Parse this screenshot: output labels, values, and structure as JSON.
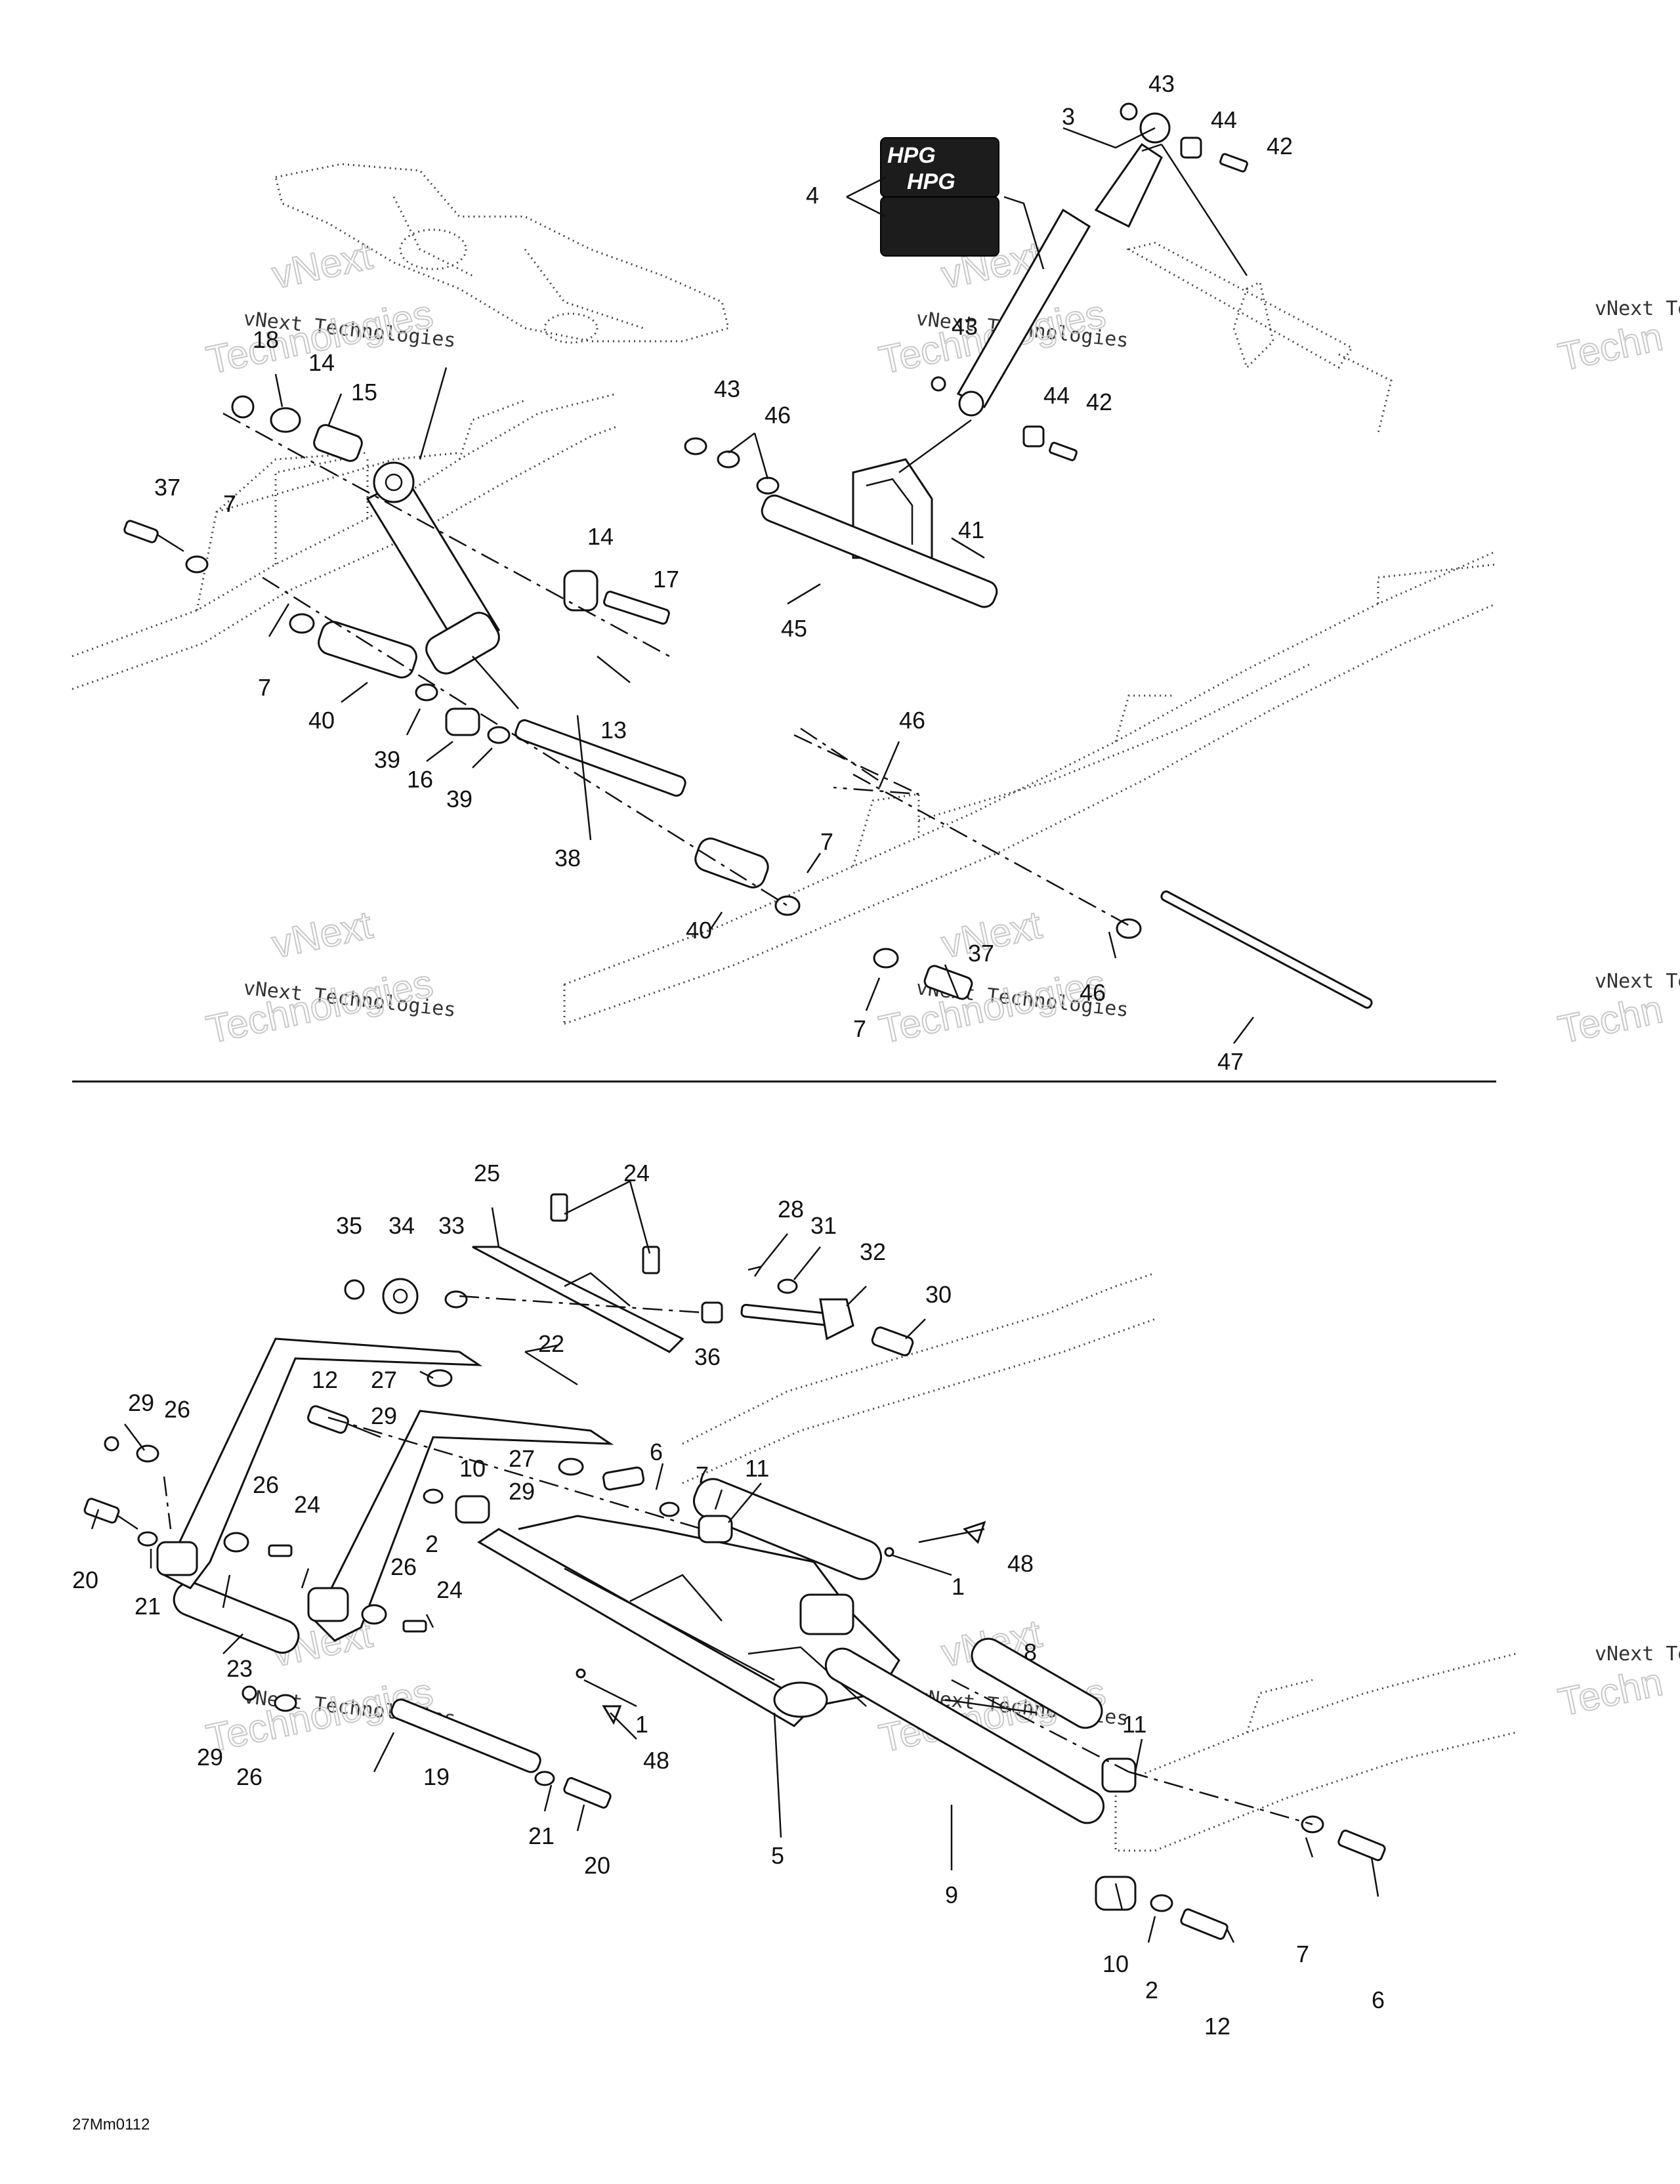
{
  "watermark": {
    "line1": "vNext",
    "line2": "vNext Technologies",
    "line3": "Technologies",
    "edge1": "vNext Te",
    "edge2": "Techn"
  },
  "decal": {
    "text_top": "HPG",
    "text_bottom": "HPG"
  },
  "figure_code": "27Mm0112",
  "callouts_top": [
    {
      "id": "c43a",
      "num": "43"
    },
    {
      "id": "c3",
      "num": "3"
    },
    {
      "id": "c44a",
      "num": "44"
    },
    {
      "id": "c42a",
      "num": "42"
    },
    {
      "id": "c4",
      "num": "4"
    },
    {
      "id": "c43b",
      "num": "43"
    },
    {
      "id": "c44b",
      "num": "44"
    },
    {
      "id": "c42b",
      "num": "42"
    },
    {
      "id": "c43c",
      "num": "43"
    },
    {
      "id": "c46a",
      "num": "46"
    },
    {
      "id": "c41",
      "num": "41"
    },
    {
      "id": "c45",
      "num": "45"
    },
    {
      "id": "c18",
      "num": "18"
    },
    {
      "id": "c14a",
      "num": "14"
    },
    {
      "id": "c15",
      "num": "15"
    },
    {
      "id": "c37a",
      "num": "37"
    },
    {
      "id": "c7a",
      "num": "7"
    },
    {
      "id": "c14b",
      "num": "14"
    },
    {
      "id": "c17",
      "num": "17"
    },
    {
      "id": "c7b",
      "num": "7"
    },
    {
      "id": "c40a",
      "num": "40"
    },
    {
      "id": "c39a",
      "num": "39"
    },
    {
      "id": "c16",
      "num": "16"
    },
    {
      "id": "c39b",
      "num": "39"
    },
    {
      "id": "c13",
      "num": "13"
    },
    {
      "id": "c38",
      "num": "38"
    },
    {
      "id": "c40b",
      "num": "40"
    },
    {
      "id": "c7c",
      "num": "7"
    },
    {
      "id": "c46b",
      "num": "46"
    },
    {
      "id": "c37b",
      "num": "37"
    },
    {
      "id": "c7d",
      "num": "7"
    },
    {
      "id": "c46c",
      "num": "46"
    },
    {
      "id": "c47",
      "num": "47"
    }
  ],
  "callouts_bottom": [
    {
      "id": "d25",
      "num": "25"
    },
    {
      "id": "d24a",
      "num": "24"
    },
    {
      "id": "d28",
      "num": "28"
    },
    {
      "id": "d31",
      "num": "31"
    },
    {
      "id": "d32",
      "num": "32"
    },
    {
      "id": "d30",
      "num": "30"
    },
    {
      "id": "d35",
      "num": "35"
    },
    {
      "id": "d34",
      "num": "34"
    },
    {
      "id": "d33",
      "num": "33"
    },
    {
      "id": "d36",
      "num": "36"
    },
    {
      "id": "d22",
      "num": "22"
    },
    {
      "id": "d12a",
      "num": "12"
    },
    {
      "id": "d27a",
      "num": "27"
    },
    {
      "id": "d29a",
      "num": "29"
    },
    {
      "id": "d29b",
      "num": "29"
    },
    {
      "id": "d26a",
      "num": "26"
    },
    {
      "id": "d6a",
      "num": "6"
    },
    {
      "id": "d7a",
      "num": "7"
    },
    {
      "id": "d10a",
      "num": "10"
    },
    {
      "id": "d27b",
      "num": "27"
    },
    {
      "id": "d29c",
      "num": "29"
    },
    {
      "id": "d11a",
      "num": "11"
    },
    {
      "id": "d2a",
      "num": "2"
    },
    {
      "id": "d26b",
      "num": "26"
    },
    {
      "id": "d24b",
      "num": "24"
    },
    {
      "id": "d20a",
      "num": "20"
    },
    {
      "id": "d21a",
      "num": "21"
    },
    {
      "id": "d26c",
      "num": "26"
    },
    {
      "id": "d24c",
      "num": "24"
    },
    {
      "id": "d1a",
      "num": "1"
    },
    {
      "id": "d48a",
      "num": "48"
    },
    {
      "id": "d23",
      "num": "23"
    },
    {
      "id": "d8",
      "num": "8"
    },
    {
      "id": "d1b",
      "num": "1"
    },
    {
      "id": "d48b",
      "num": "48"
    },
    {
      "id": "d29d",
      "num": "29"
    },
    {
      "id": "d26d",
      "num": "26"
    },
    {
      "id": "d19",
      "num": "19"
    },
    {
      "id": "d11b",
      "num": "11"
    },
    {
      "id": "d21b",
      "num": "21"
    },
    {
      "id": "d20b",
      "num": "20"
    },
    {
      "id": "d5",
      "num": "5"
    },
    {
      "id": "d9",
      "num": "9"
    },
    {
      "id": "d7b",
      "num": "7"
    },
    {
      "id": "d10b",
      "num": "10"
    },
    {
      "id": "d2b",
      "num": "2"
    },
    {
      "id": "d6b",
      "num": "6"
    },
    {
      "id": "d12b",
      "num": "12"
    }
  ]
}
